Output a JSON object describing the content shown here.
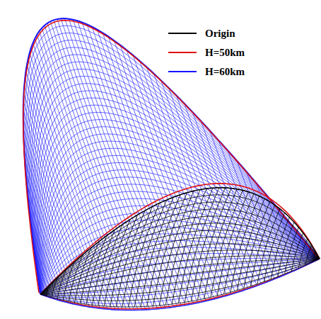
{
  "diagram": {
    "legend": [
      {
        "text": "Origin"
      },
      {
        "text": "H=50km"
      },
      {
        "text": "H=60km"
      }
    ]
  }
}
